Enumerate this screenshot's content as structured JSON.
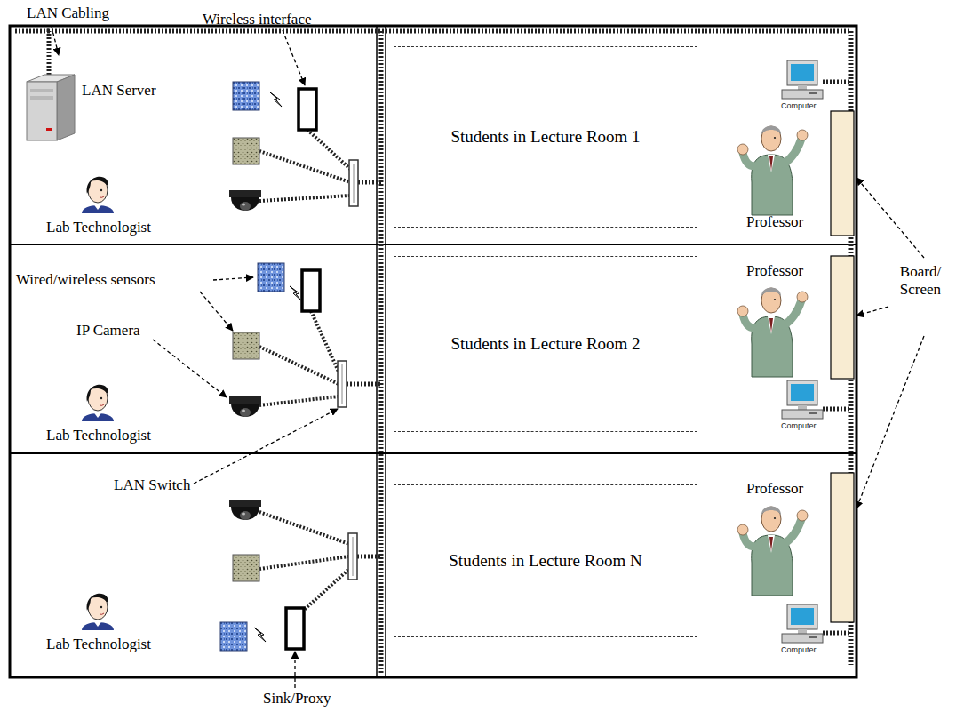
{
  "diagram": {
    "nodes": [
      {
        "text": [
          "Students in Lecture Room 1"
        ]
      },
      {
        "text": [
          "Students in Lecture Room 2"
        ]
      },
      {
        "text": [
          "Students in Lecture Room N"
        ]
      }
    ],
    "labels": [
      "LAN Cabling",
      "Wireless interface",
      "LAN Server",
      "Lab Technologist",
      "Computer",
      "Professor",
      "Wired/wireless sensors",
      "Lab Technologist",
      "IP Camera",
      "Professor",
      "Board/ Screen",
      "Computer",
      "LAN Switch",
      "Professor",
      "Lab Technologist",
      "Computer",
      "Sink/Proxy"
    ]
  }
}
